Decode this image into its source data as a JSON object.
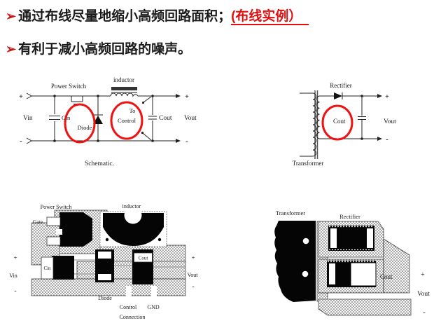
{
  "colors": {
    "highlight_red": "#e01010",
    "circle_red": "#ee1212",
    "bullet_red": "#cc1414",
    "ink": "#1a1a1a"
  },
  "bullets": [
    {
      "marker": "➢",
      "text": "通过布线尽量地缩小高频回路面积；",
      "highlight": "(布线实例）"
    },
    {
      "marker": "➢",
      "text": "有利于减小高频回路的噪声。"
    }
  ],
  "schematic_buck": {
    "caption": "Schematic.",
    "power_switch": "Power Switch",
    "inductor": "inductor",
    "vin": "Vin",
    "cin": "Cin",
    "diode": "Diode",
    "control_line1": "To",
    "control_line2": "Control",
    "cout": "Cout",
    "vout": "Vout",
    "plus": "+",
    "minus": "-"
  },
  "schematic_flyback": {
    "caption": "Transformer",
    "rectifier": "Rectifier",
    "cout": "Cout",
    "vout": "Vout",
    "plus": "+",
    "minus": "-"
  },
  "layout_buck": {
    "power_switch": "Power Switch",
    "gate": "Gate",
    "inductor": "inductor",
    "cin": "Cin",
    "cout": "Cout",
    "diode": "Diode",
    "control": "Control",
    "connection": "Connection",
    "gnd": "GND",
    "vin": "Vin",
    "vout": "Vout",
    "plus": "+",
    "minus": "-"
  },
  "layout_flyback": {
    "transformer": "Transformer",
    "rectifier": "Rectifier",
    "cout": "Cout",
    "vout": "Vout",
    "plus": "+",
    "minus": "-"
  }
}
